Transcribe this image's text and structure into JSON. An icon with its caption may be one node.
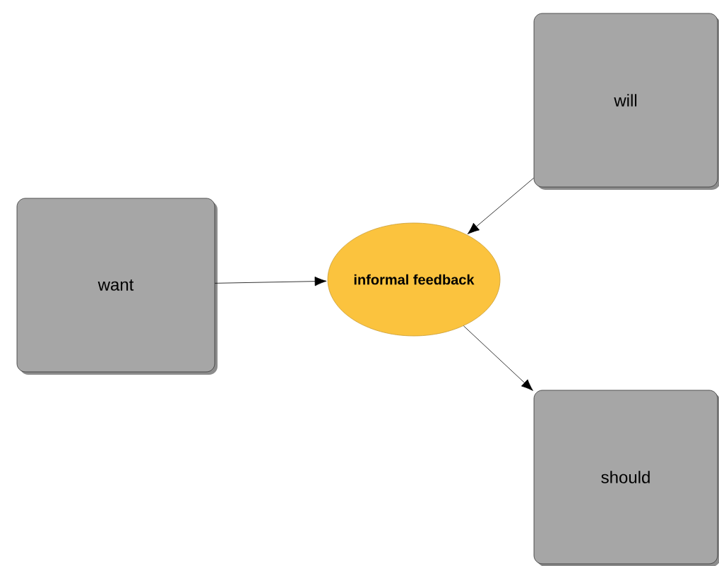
{
  "diagram": {
    "nodes": [
      {
        "text": [
          "want"
        ]
      },
      {
        "text": [
          "will"
        ]
      },
      {
        "text": [
          "informal feedback"
        ]
      },
      {
        "text": [
          "should"
        ]
      }
    ],
    "edges": [
      {
        "from": 0,
        "to": 2,
        "arrow": "to"
      },
      {
        "from": 1,
        "to": 2,
        "arrow": "to"
      },
      {
        "from": 2,
        "to": 3,
        "arrow": "to"
      }
    ]
  }
}
